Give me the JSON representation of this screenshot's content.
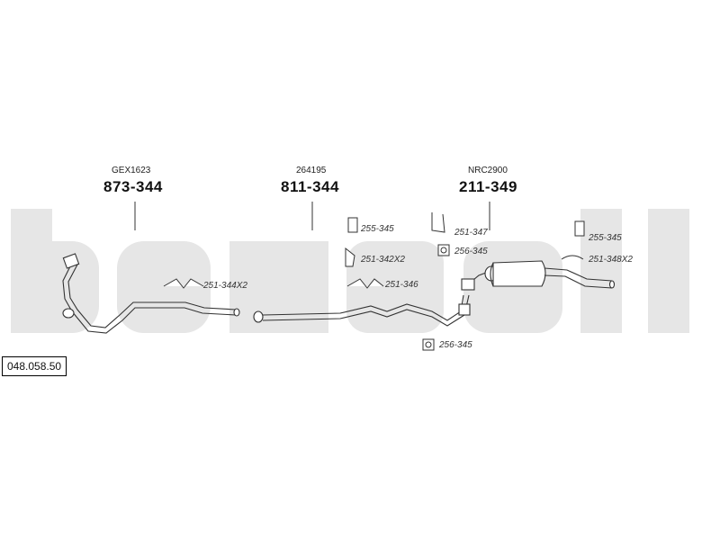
{
  "groups": [
    {
      "ref": "GEX1623",
      "number": "873-344"
    },
    {
      "ref": "264195",
      "number": "811-344"
    },
    {
      "ref": "NRC2900",
      "number": "211-349"
    }
  ],
  "parts": [
    {
      "label": "251-344X2"
    },
    {
      "label": "255-345"
    },
    {
      "label": "251-342X2"
    },
    {
      "label": "251-346"
    },
    {
      "label": "251-347"
    },
    {
      "label": "256-345"
    },
    {
      "label": "256-345"
    },
    {
      "label": "255-345"
    },
    {
      "label": "251-348X2"
    }
  ],
  "diagram_number": "048.058.50"
}
